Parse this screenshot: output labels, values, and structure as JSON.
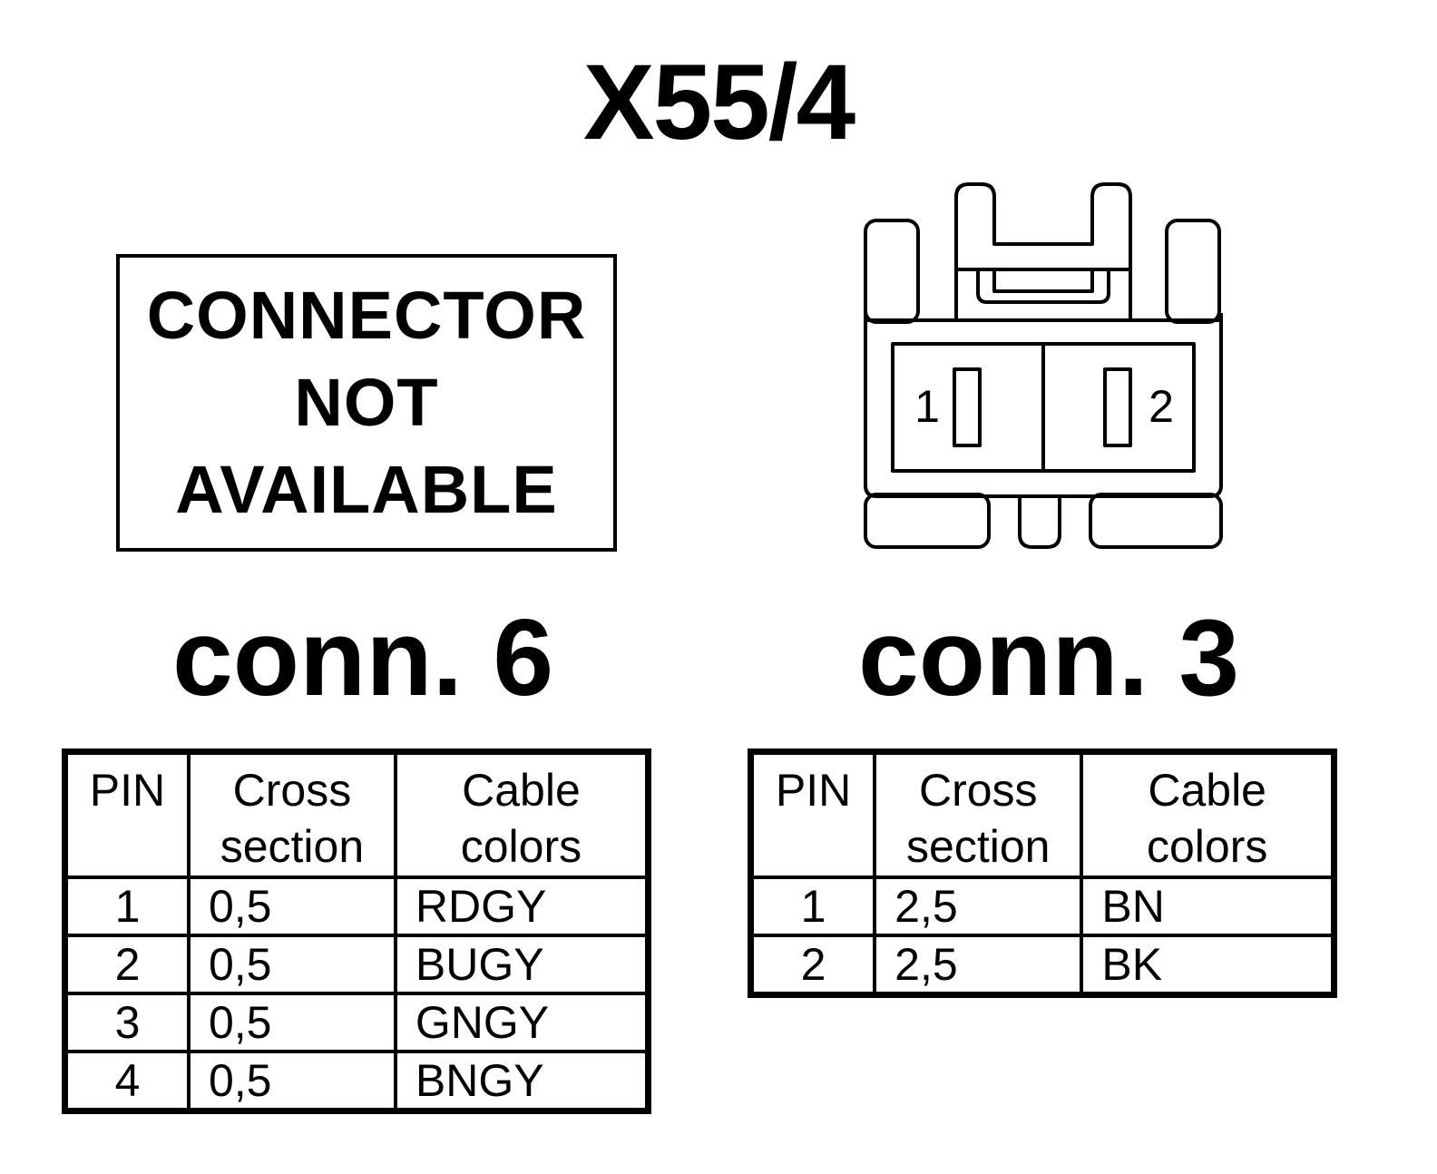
{
  "title": "X55/4",
  "left": {
    "notice": [
      "CONNECTOR",
      "NOT",
      "AVAILABLE"
    ],
    "label": "conn. 6",
    "table": {
      "headers": [
        [
          "PIN"
        ],
        [
          "Cross",
          "section"
        ],
        [
          "Cable",
          "colors"
        ]
      ],
      "rows": [
        {
          "pin": "1",
          "section": "0,5",
          "color": "RDGY"
        },
        {
          "pin": "2",
          "section": "0,5",
          "color": "BUGY"
        },
        {
          "pin": "3",
          "section": "0,5",
          "color": "GNGY"
        },
        {
          "pin": "4",
          "section": "0,5",
          "color": "BNGY"
        }
      ]
    }
  },
  "right": {
    "pins": [
      "1",
      "2"
    ],
    "label": "conn. 3",
    "table": {
      "headers": [
        [
          "PIN"
        ],
        [
          "Cross",
          "section"
        ],
        [
          "Cable",
          "colors"
        ]
      ],
      "rows": [
        {
          "pin": "1",
          "section": "2,5",
          "color": "BN"
        },
        {
          "pin": "2",
          "section": "2,5",
          "color": "BK"
        }
      ]
    }
  }
}
